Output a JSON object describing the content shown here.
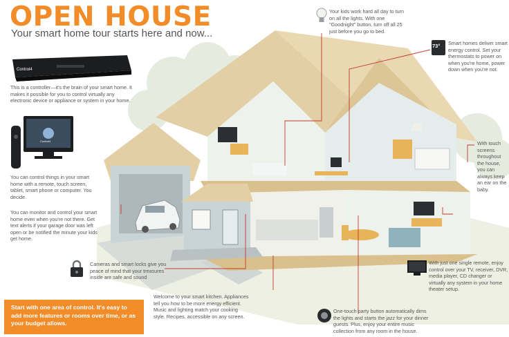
{
  "header": {
    "title": "OPEN HOUSE",
    "subtitle": "Your smart home tour starts here and now..."
  },
  "brand": {
    "controller_logo": "Control4",
    "remote_logo": "Control4"
  },
  "callouts": {
    "controller": "This is a controller—it's the brain of your smart home. It makes it possible for you to control virtually any electronic device or appliance or system in your home.",
    "remote": "You can control things in your smart home with a remote, touch screen, tablet, smart phone or computer. You decide.",
    "garage": "You can monitor and control your smart home even when you're not there. Get text alerts if your garage door was left open or be notified the minute your kids get home.",
    "locks": "Cameras and smart locks give you peace of mind that your treasures inside are safe and sound",
    "kitchen": "Welcome to your smart kitchen. Appliances tell you how to be more energy efficient. Music and lighting match your cooking style. Recipes, accessible on any screen.",
    "lights": "Your kids work hard all day to turn on all the lights. With one \"Goodnight\" button, turn off all 25 just before you go to bed.",
    "thermostat": "Smart homes deliver smart energy control. Set your thermostats to power on when you're home, power down when you're not.",
    "baby": "With touch screens throughout the house, you can always keep an ear on the baby.",
    "theater": "With just one single remote, enjoy control over your TV, receiver, DVR, media player, CD changer or virtually any system in your home theater setup.",
    "party": "One-touch party button automatically dims the lights and starts the jazz for your dinner guests. Plus, enjoy your entire music collection from any room in the house."
  },
  "thermostat_display": "73°",
  "promo": "Start with one area of control. It's easy to add more features or rooms over time, or as your budget allows.",
  "colors": {
    "accent": "#f28c28",
    "callout_line": "#c0392b",
    "roof": "#e3cfa6",
    "wall": "#c9d4d6"
  },
  "icons": [
    "light-bulb-icon",
    "thermostat-icon",
    "padlock-icon",
    "party-button-icon",
    "tv-icon"
  ]
}
